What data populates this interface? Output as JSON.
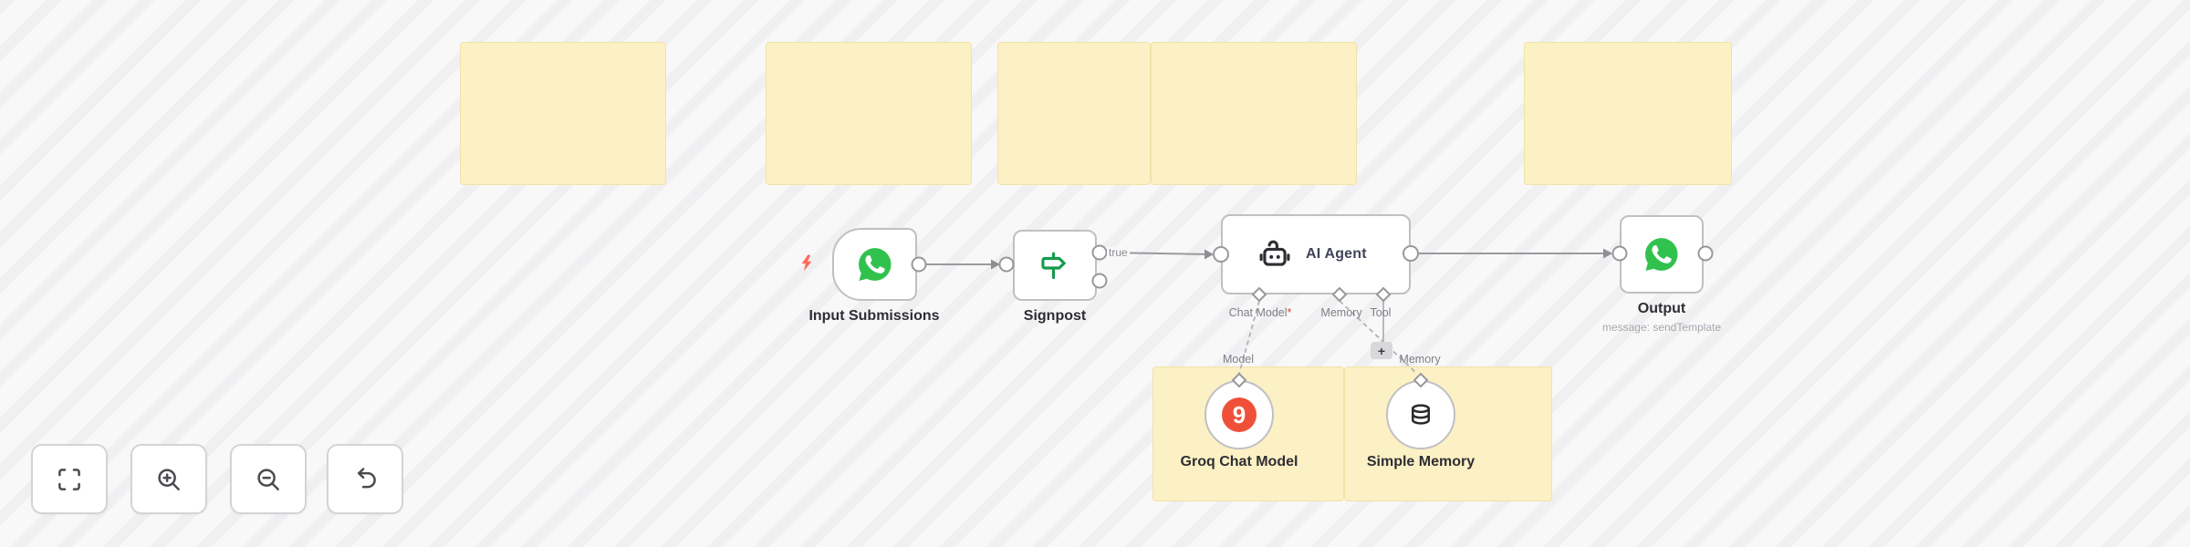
{
  "nodes": {
    "input": {
      "label": "Input Submissions"
    },
    "signpost": {
      "label": "Signpost",
      "output_label": "true"
    },
    "agent": {
      "title": "AI Agent",
      "port_chat_model": "Chat Model",
      "required_mark": "*",
      "port_memory": "Memory",
      "port_tool": "Tool",
      "add_button": "+"
    },
    "output": {
      "label": "Output",
      "subtitle": "message: sendTemplate"
    },
    "groq": {
      "label": "Groq Chat Model",
      "input_label": "Model",
      "logo_glyph": "9"
    },
    "memory": {
      "label": "Simple Memory",
      "input_label": "Memory"
    }
  },
  "icons": {
    "input_node": "whatsapp-icon",
    "signpost_node": "signpost-icon",
    "agent_node": "robot-icon",
    "output_node": "whatsapp-icon",
    "groq_node": "groq-logo-icon",
    "memory_node": "database-icon",
    "trigger_indicator": "lightning-bolt-icon",
    "controls": [
      "fit-view-icon",
      "zoom-in-icon",
      "zoom-out-icon",
      "undo-icon"
    ]
  },
  "colors": {
    "whatsapp_green": "#31c24e",
    "signpost_green": "#169a4c",
    "groq_red": "#f0503a",
    "trigger_red": "#ff6a58",
    "sticky_yellow": "#fcf0c5",
    "connection_gray": "#9a9a9e"
  }
}
